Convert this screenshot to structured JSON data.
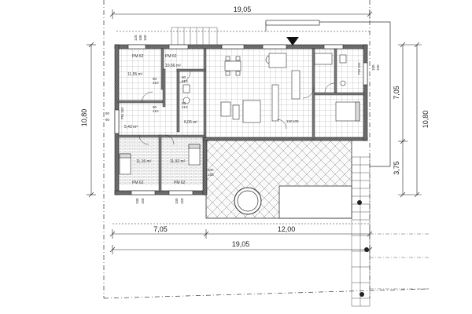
{
  "dimensions": {
    "top_total": "19,05",
    "bottom_left": "7,05",
    "bottom_right": "12,00",
    "bottom_total": "19,05",
    "left_height": "10,80",
    "right_height": "10,80",
    "right_upper": "7,05",
    "right_lower": "3,75"
  },
  "rooms": {
    "area_a": "11,55 m²",
    "area_b": "10,66 m²",
    "area_c": "5,43 m²",
    "area_d": "6,06 m²",
    "area_e": "11,16 m²",
    "area_f": "11,92 m²"
  },
  "labels": {
    "pm1": "PM 62",
    "pm2": "PM 62",
    "pm3": "PM 62",
    "pm4": "PM 62",
    "pm5": "PM 102",
    "pm6": "PM 102",
    "d1": "90",
    "d1b": "210",
    "d2": "90",
    "d2b": "210",
    "d3": "90",
    "d3b": "210",
    "d4": "80",
    "d4b": "210",
    "d5": "150",
    "d5b": "100",
    "d6": "100",
    "d6b": "150",
    "l100a": "100",
    "l150a": "150",
    "l100b": "100",
    "l150b": "150",
    "l100c": "100",
    "l150c": "150",
    "t100": "100",
    "t150": "150",
    "t125": "125",
    "l90": "90",
    "l60": "90"
  }
}
